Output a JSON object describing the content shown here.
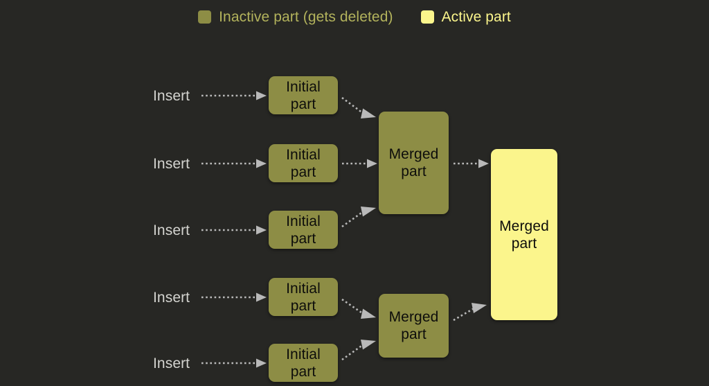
{
  "theme": {
    "background": "#272724",
    "inactive_fill": "#8d8d45",
    "active_fill": "#fbf58c",
    "node_text": "#0d0d0b",
    "insert_label_color": "#d4d4d0",
    "arrow_color": "#b9b9b9",
    "legend_inactive_text": "#b3b35c",
    "legend_active_text": "#fbf58c"
  },
  "legend": {
    "items": [
      {
        "label": "Inactive part (gets deleted)",
        "swatch": "#8d8d45",
        "state": "inactive"
      },
      {
        "label": "Active part",
        "swatch": "#fbf58c",
        "state": "active"
      }
    ]
  },
  "diagram": {
    "insert_labels": [
      {
        "text": "Insert"
      },
      {
        "text": "Insert"
      },
      {
        "text": "Insert"
      },
      {
        "text": "Insert"
      },
      {
        "text": "Insert"
      }
    ],
    "initial_parts": [
      {
        "line1": "Initial",
        "line2": "part"
      },
      {
        "line1": "Initial",
        "line2": "part"
      },
      {
        "line1": "Initial",
        "line2": "part"
      },
      {
        "line1": "Initial",
        "line2": "part"
      },
      {
        "line1": "Initial",
        "line2": "part"
      }
    ],
    "merged_parts": [
      {
        "line1": "Merged",
        "line2": "part",
        "state": "inactive"
      },
      {
        "line1": "Merged",
        "line2": "part",
        "state": "inactive"
      }
    ],
    "final_part": {
      "line1": "Merged",
      "line2": "part",
      "state": "active"
    }
  }
}
